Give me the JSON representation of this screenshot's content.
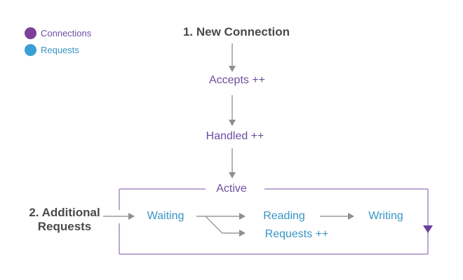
{
  "legend": {
    "items": [
      {
        "label": "Connections",
        "dot_color": "#7d3f98",
        "text_color": "#6b4fa1"
      },
      {
        "label": "Requests",
        "dot_color": "#3a9fd4",
        "text_color": "#3795c5"
      }
    ]
  },
  "flow": {
    "step1_title": "1. New Connection",
    "step2_title_line1": "2. Additional",
    "step2_title_line2": "Requests",
    "nodes": {
      "accepts": "Accepts ++",
      "handled": "Handled ++",
      "active": "Active",
      "waiting": "Waiting",
      "reading": "Reading",
      "writing": "Writing",
      "requests_increment": "Requests ++"
    }
  },
  "colors": {
    "background": "#ffffff",
    "title_gray": "#4a4a4a",
    "connection_purple": "#6b4fa1",
    "request_blue": "#3795c5",
    "legend_dot_purple": "#7d3f98",
    "legend_dot_blue": "#3a9fd4",
    "active_box_border": "#a58bc7",
    "loop_arrowhead_purple": "#6b3fa0",
    "arrow_gray": "#9c9c9c"
  }
}
